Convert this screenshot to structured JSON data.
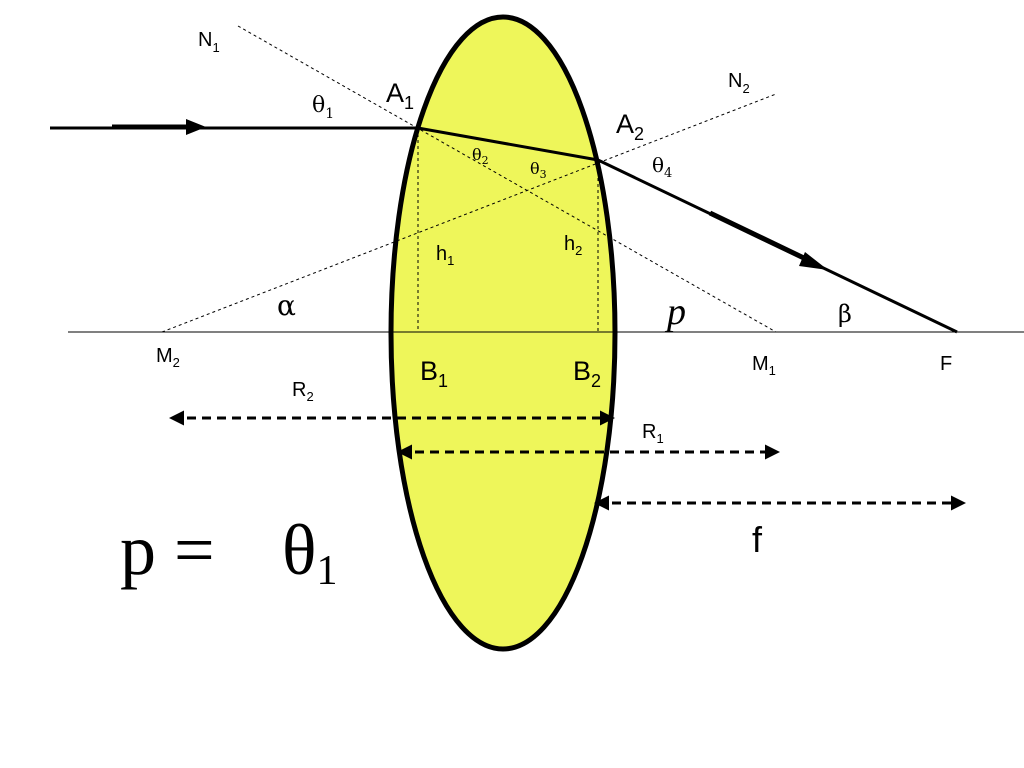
{
  "colors": {
    "lens_fill": "#eef65a",
    "stroke": "#000000"
  },
  "labels": {
    "n1": {
      "main": "N",
      "sub": "1"
    },
    "n2": {
      "main": "N",
      "sub": "2"
    },
    "a1": {
      "main": "A",
      "sub": "1"
    },
    "a2": {
      "main": "A",
      "sub": "2"
    },
    "b1": {
      "main": "B",
      "sub": "1"
    },
    "b2": {
      "main": "B",
      "sub": "2"
    },
    "m1": {
      "main": "M",
      "sub": "1"
    },
    "m2": {
      "main": "M",
      "sub": "2"
    },
    "h1": {
      "main": "h",
      "sub": "1"
    },
    "h2": {
      "main": "h",
      "sub": "2"
    },
    "r1": {
      "main": "R",
      "sub": "1"
    },
    "r2": {
      "main": "R",
      "sub": "2"
    },
    "theta1": {
      "main": "θ",
      "sub": "1"
    },
    "theta2": {
      "main": "θ",
      "sub": "2"
    },
    "theta3": {
      "main": "θ",
      "sub": "3"
    },
    "theta4": {
      "main": "θ",
      "sub": "4"
    },
    "alpha": "α",
    "beta": "β",
    "p": "p",
    "f_point": "F",
    "f_dist": "f"
  },
  "formula": {
    "lhs": "p =",
    "rhs": {
      "main": "θ",
      "sub": "1"
    }
  }
}
